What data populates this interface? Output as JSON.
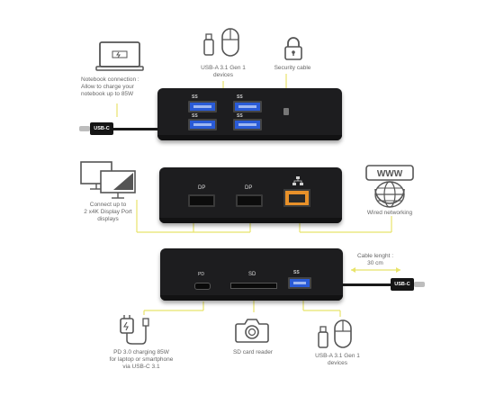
{
  "labels": {
    "notebook": [
      "Notebook connection :",
      "Allow to  charge your",
      "notebook up to 85W"
    ],
    "usb_devices_top": [
      "USB-A 3.1 Gen 1",
      "devices"
    ],
    "security": "Security cable",
    "usbc_tag": "USB-C",
    "ss_mark": "SS",
    "displays": [
      "Connect up to",
      "2 x4K Display Port",
      "displays"
    ],
    "dp": "DP",
    "www": "WWW",
    "wired": "Wired networking",
    "cable_length": [
      "Cable lenght :",
      "30 cm"
    ],
    "pd_mark": "PD",
    "sd_mark": "SD",
    "pd_desc": [
      "PD 3.0 charging 85W",
      "for laptop or smartphone",
      "via USB-C 3.1"
    ],
    "sd_desc": "SD card reader",
    "usb_devices_bottom": [
      "USB-A 3.1 Gen 1",
      "devices"
    ]
  },
  "colors": {
    "accent_line": "#e8e36a",
    "dock": "#1d1d1f",
    "usb_blue": "#2a5bd7",
    "ethernet_orange": "#e8912a"
  },
  "icons": [
    "laptop-icon",
    "usb-stick-icon",
    "mouse-icon",
    "padlock-icon",
    "monitors-icon",
    "www-globe-icon",
    "charger-icon",
    "camera-icon"
  ]
}
